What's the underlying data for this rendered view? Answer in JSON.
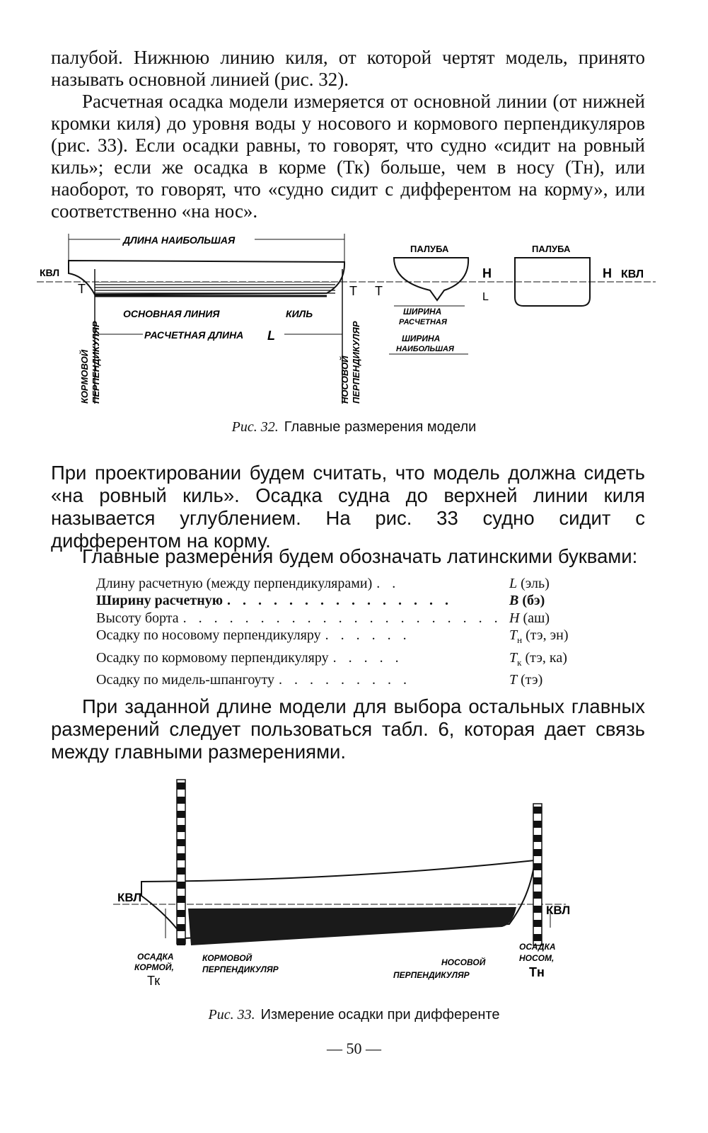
{
  "paragraphs": {
    "p1": "палубой. Нижнюю линию киля, от которой чертят модель, принято называть основной линией (рис. 32).",
    "p2": "Расчетная осадка модели измеряется от основной линии (от нижней кромки киля) до уровня воды у носового и кормового перпендикуляров (рис. 33). Если осадки равны, то говорят, что судно «сидит на ровный киль»; если же осадка в корме (Тк) больше, чем в носу (Тн), или наоборот, то говорят, что «судно сидит с дифферентом на корму», или соответственно «на нос».",
    "p3": "При проектировании будем считать, что модель должна сидеть «на ровный киль». Осадка судна до верхней линии киля называется углублением. На рис. 33 судно сидит с дифферентом на корму.",
    "p4": "Главные размерения будем обозначать латинскими буквами:",
    "p5": "При заданной длине модели для выбора остальных главных размерений следует пользоваться табл. 6, которая дает связь между главными размерениями."
  },
  "fig32": {
    "number": "Рис. 32.",
    "caption": "Главные размерения модели",
    "labels": {
      "length_max": "ДЛИНА НАИБОЛЬШАЯ",
      "kvl": "КВЛ",
      "t": "Т",
      "base_line": "ОСНОВНАЯ ЛИНИЯ",
      "keel": "КИЛЬ",
      "calc_length": "РАСЧЕТНАЯ ДЛИНА",
      "calc_length_sym": "L",
      "stern_perp_1": "КОРМОВОЙ",
      "stern_perp_2": "ПЕРПЕНДИКУЛЯР",
      "bow_perp_1": "НОСОВОЙ",
      "bow_perp_2": "ПЕРПЕНДИКУЛЯР",
      "deck": "ПАЛУБА",
      "h": "Н",
      "l_small": "L",
      "width_calc_1": "ШИРИНА",
      "width_calc_2": "РАСЧЕТНАЯ",
      "width_max_1": "ШИРИНА",
      "width_max_2": "НАИБОЛЬШАЯ"
    }
  },
  "dimensions": [
    {
      "label": "Длину расчетную (между перпендикулярами)",
      "dots": ". .",
      "sym": "L",
      "sub": "",
      "note": "(эль)",
      "bold": false
    },
    {
      "label": "Ширину расчетную",
      "dots": ". . . . . . . . . . . . . . .",
      "sym": "B",
      "sub": "",
      "note": "(бэ)",
      "bold": true
    },
    {
      "label": "Высоту борта",
      "dots": ". . . . . . . . . . . . . . . . . . . . .",
      "sym": "H",
      "sub": "",
      "note": "(аш)",
      "bold": false
    },
    {
      "label": "Осадку по носовому перпендикуляру",
      "dots": ". . . . . .",
      "sym": "T",
      "sub": "н",
      "note": "(тэ, эн)",
      "bold": false
    },
    {
      "label": "Осадку по кормовому перпендикуляру",
      "dots": ". . . . .",
      "sym": "T",
      "sub": "к",
      "note": "(тэ, ка)",
      "bold": false
    },
    {
      "label": "Осадку по мидель-шпангоуту",
      "dots": ". . . . . . . . .",
      "sym": "T",
      "sub": "",
      "note": "(тэ)",
      "bold": false
    }
  ],
  "fig33": {
    "number": "Рис. 33.",
    "caption": "Измерение осадки при дифференте",
    "labels": {
      "kvl": "КВЛ",
      "stern_draft_1": "ОСАДКА",
      "stern_draft_2": "КОРМОЙ,",
      "stern_draft_sym": "Тк",
      "stern_perp_1": "КОРМОВОЙ",
      "stern_perp_2": "ПЕРПЕНДИКУЛЯР",
      "bow_perp_1": "НОСОВОЙ",
      "bow_perp_2": "ПЕРПЕНДИКУЛЯР",
      "bow_draft_1": "ОСАДКА",
      "bow_draft_2": "НОСОМ,",
      "bow_draft_sym": "Тн"
    }
  },
  "page_number": "— 50 —"
}
